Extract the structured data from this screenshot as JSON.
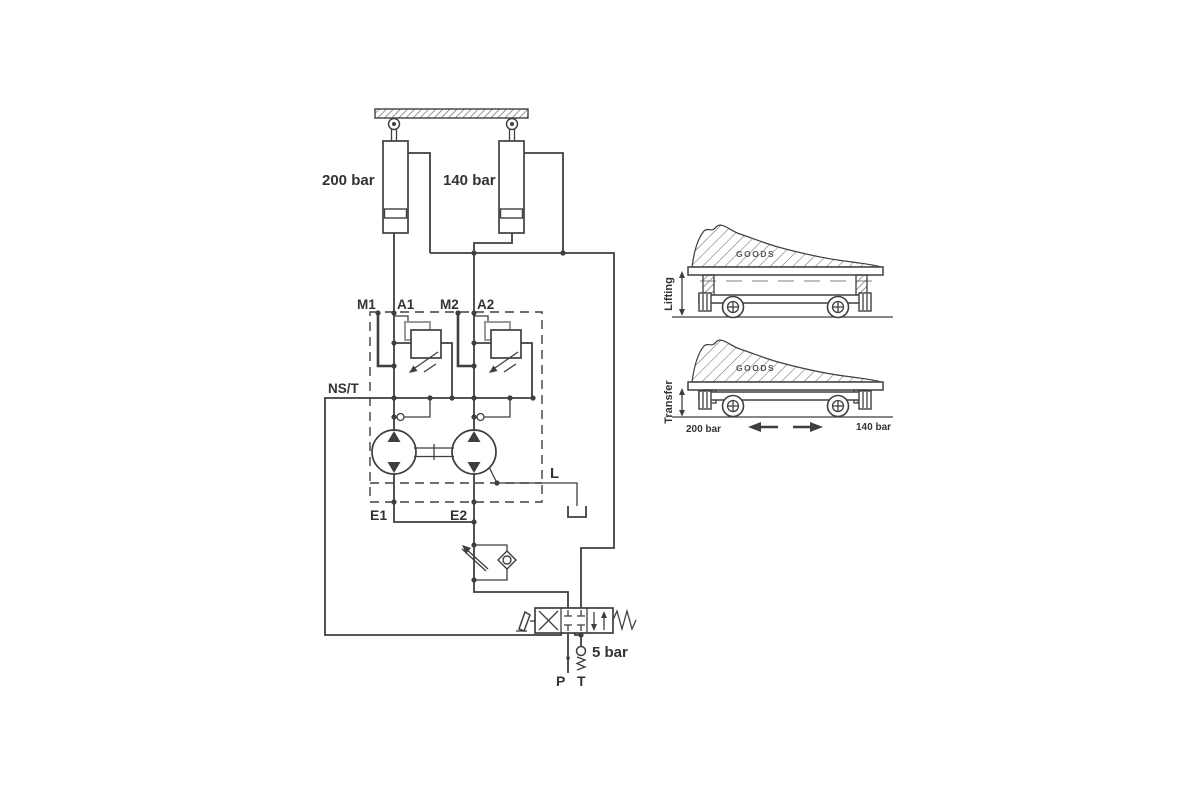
{
  "schematic": {
    "left_cylinder_pressure": "200 bar",
    "right_cylinder_pressure": "140 bar",
    "ports": {
      "m1": "M1",
      "a1": "A1",
      "m2": "M2",
      "a2": "A2",
      "ns_t": "NS/T",
      "e1": "E1",
      "e2": "E2",
      "drain": "L",
      "pump": "P",
      "tank": "T"
    },
    "backpressure_setting": "5 bar"
  },
  "illustrations": {
    "lifting": {
      "mode_label": "Lifting",
      "goods_label": "GOODS"
    },
    "transfer": {
      "mode_label": "Transfer",
      "goods_label": "GOODS",
      "left_pressure": "200 bar",
      "right_pressure": "140 bar"
    }
  },
  "colors": {
    "line": "#3f3f3f",
    "shadow": "#9a9a9a",
    "text": "#333333",
    "background": "#ffffff"
  }
}
